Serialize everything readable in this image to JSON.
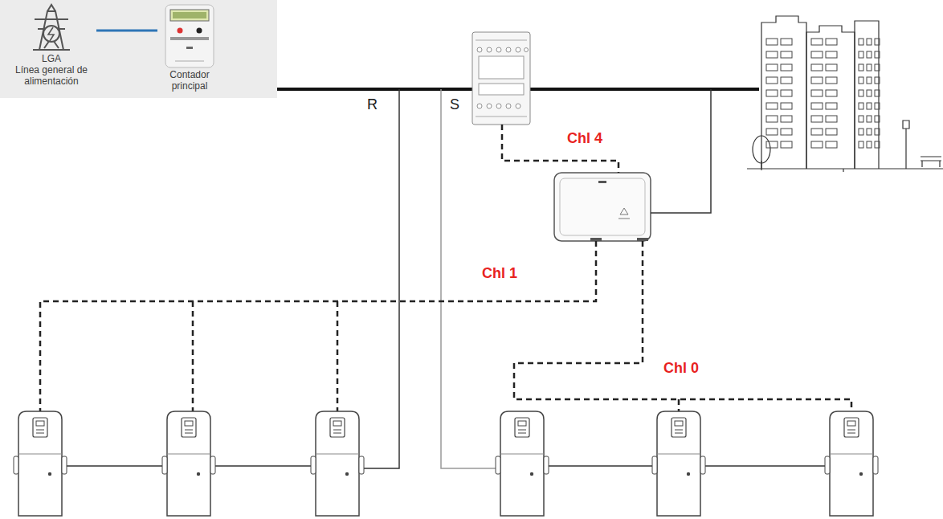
{
  "diagram": {
    "nodes": [
      {
        "text": [
          "LGA",
          "Línea general de alimentación"
        ]
      },
      {
        "text": [
          "Contador principal"
        ]
      }
    ],
    "edges": [
      {
        "from": 0,
        "to": 1,
        "arrow": "none"
      }
    ],
    "labels": [
      "R",
      "S",
      "Chl 4",
      "Chl 1",
      "Chl 0"
    ]
  }
}
